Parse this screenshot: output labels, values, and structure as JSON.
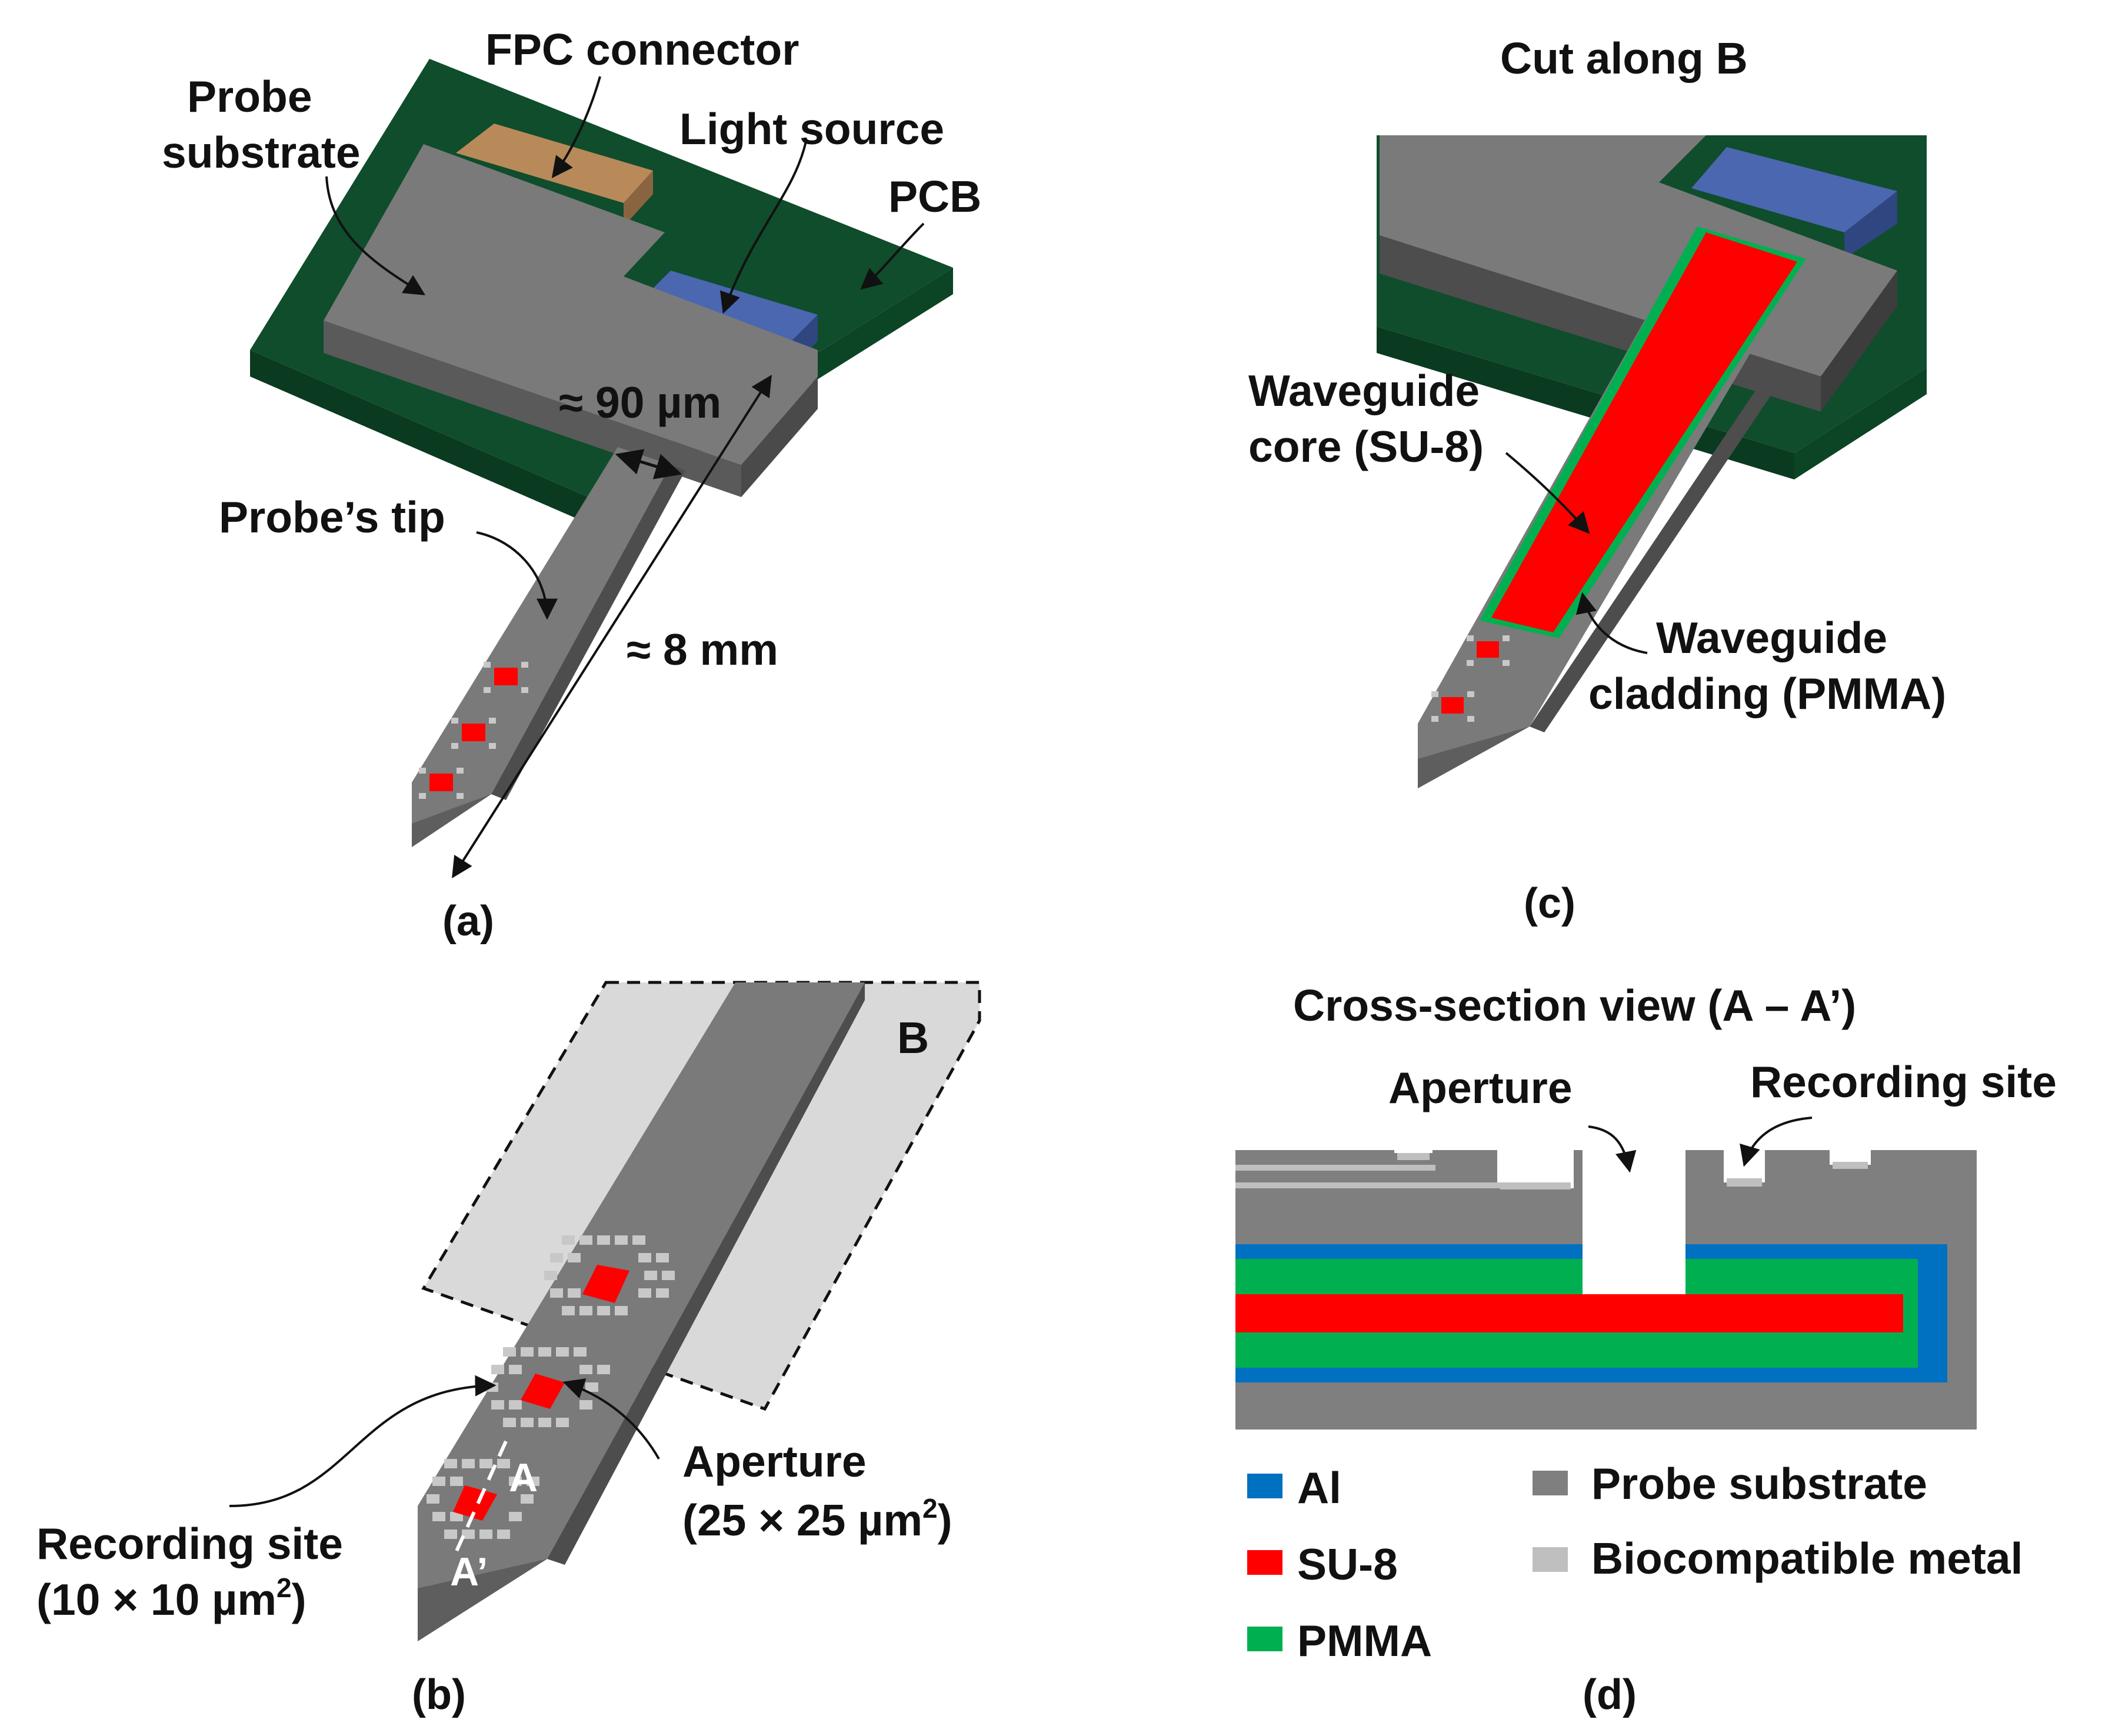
{
  "panel_a": {
    "caption": "(a)",
    "fpc_connector": "FPC connector",
    "probe_substrate_1": "Probe",
    "probe_substrate_2": "substrate",
    "light_source": "Light source",
    "pcb": "PCB",
    "width_90": "≈ 90 µm",
    "probe_tip": "Probe’s tip",
    "length_8": "≈ 8 mm"
  },
  "panel_b": {
    "caption": "(b)",
    "region_b": "B",
    "aperture": "Aperture",
    "aperture_size": "(25 × 25 µm",
    "recording_site": "Recording site",
    "recording_size": "(10 × 10 µm",
    "sup_2": "2",
    "paren_close": ")",
    "cut_a": "A",
    "cut_a_prime": "A’"
  },
  "panel_c": {
    "caption": "(c)",
    "title": "Cut along B",
    "core_1": "Waveguide",
    "core_2": "core (SU-8)",
    "clad_1": "Waveguide",
    "clad_2": "cladding (PMMA)"
  },
  "panel_d": {
    "caption": "(d)",
    "title": "Cross-section view (A – A’)",
    "aperture": "Aperture",
    "recording_site": "Recording site",
    "legend": [
      {
        "label": "Al",
        "color": "#0070c0"
      },
      {
        "label": "SU-8",
        "color": "#ff0000"
      },
      {
        "label": "PMMA",
        "color": "#00b050"
      },
      {
        "label": "Probe substrate",
        "color": "#7f7f7f"
      },
      {
        "label": "Biocompatible metal",
        "color": "#bfbfbf"
      }
    ]
  },
  "colors": {
    "pcb_green": "#0f4d2c",
    "substrate_gray": "#7a7a7a",
    "fpc_tan": "#b88a5a",
    "light_blue": "#4a67b0",
    "core_red": "#ff0000",
    "cladding_green": "#00b050",
    "al_blue": "#0070c0"
  }
}
